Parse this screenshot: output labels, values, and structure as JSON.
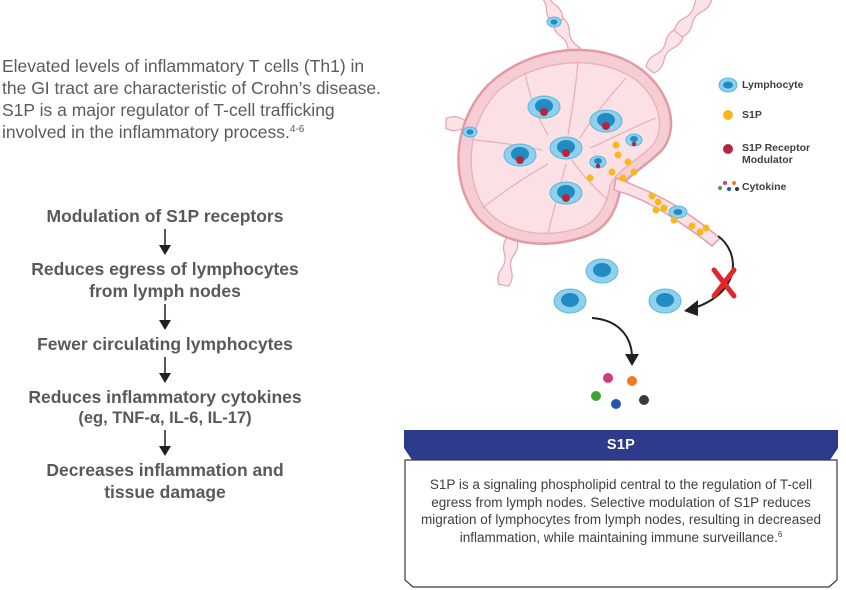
{
  "intro": {
    "text": "Elevated levels of inflammatory T cells (Th1) in the GI tract are characteristic of Crohn’s disease. S1P is a major regulator of T-cell trafficking involved in the inflammatory process.",
    "ref": "4-6"
  },
  "flow": {
    "steps": [
      {
        "line1": "Modulation of S1P receptors"
      },
      {
        "line1": "Reduces egress of lymphocytes",
        "line2": "from lymph nodes"
      },
      {
        "line1": "Fewer circulating lymphocytes"
      },
      {
        "line1": "Reduces inflammatory cytokines",
        "detail": "(eg, TNF-α, IL-6,  IL-17)"
      },
      {
        "line1": "Decreases inflammation and",
        "line2": "tissue damage"
      }
    ]
  },
  "legend": {
    "items": [
      {
        "label": "Lymphocyte",
        "icon": "lymphocyte-icon"
      },
      {
        "label": "S1P",
        "icon": "s1p-dot-icon"
      },
      {
        "label_line1": "S1P Receptor",
        "label_line2": "Modulator",
        "icon": "modulator-dot-icon"
      },
      {
        "label": "Cytokine",
        "icon": "cytokine-dots-icon"
      }
    ]
  },
  "infobox": {
    "title": "S1P",
    "body": "S1P is a signaling phospholipid central to the regulation of T-cell egress from lymph nodes. Selective modulation of S1P reduces migration of lymphocytes from lymph nodes, resulting in decreased inflammation, while maintaining immune surveillance.",
    "ref": "6"
  },
  "colors": {
    "navy": "#2e3a8c",
    "lymph_node_fill": "#f9d9de",
    "lymph_node_outline": "#e6a3ae",
    "lymphocyte_outer": "#8fd0ec",
    "lymphocyte_nucleus": "#1f8cc4",
    "s1p": "#f7b81e",
    "modulator": "#b3263e",
    "block_x": "#e2262a",
    "cytokines": [
      "#cc3c7a",
      "#ee7d22",
      "#3fa535",
      "#2457a8",
      "#3a3a3a"
    ]
  }
}
